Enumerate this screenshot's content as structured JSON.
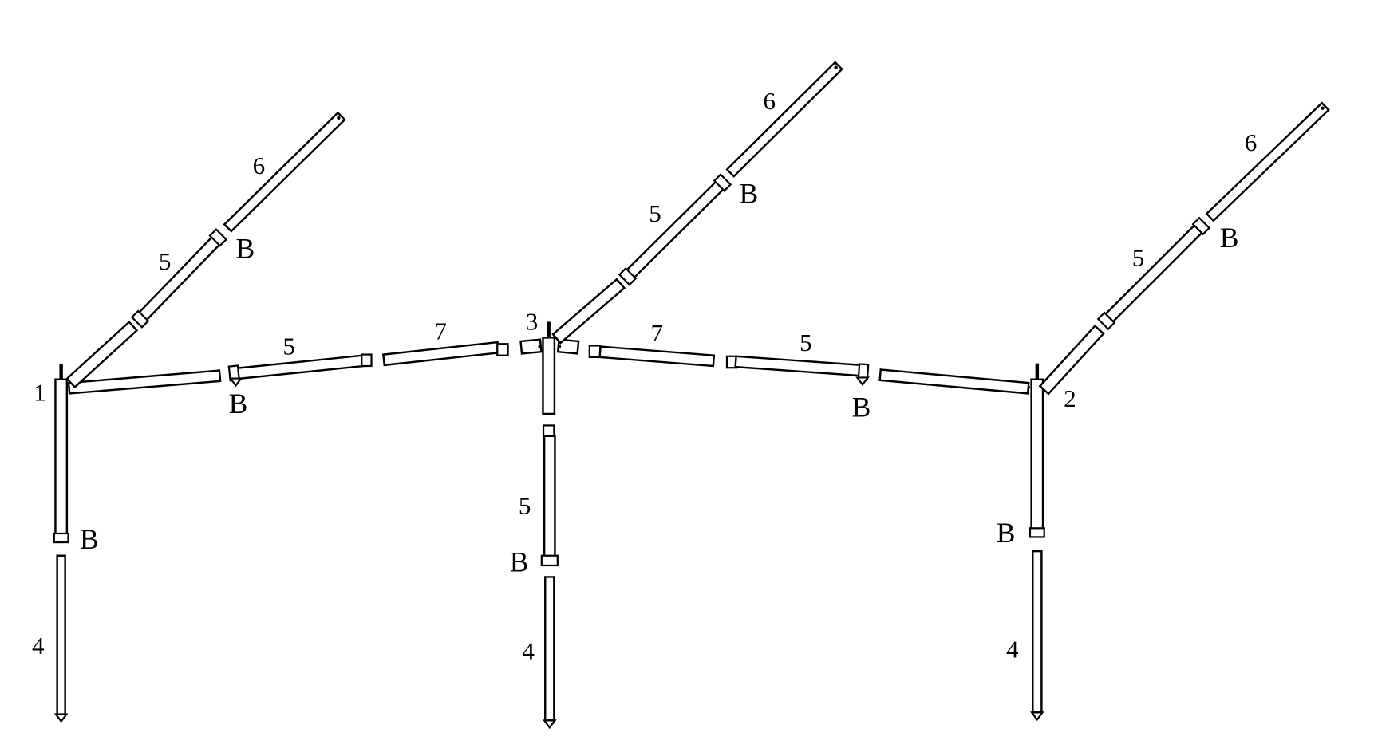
{
  "diagram": {
    "type": "awning frame assembly",
    "colors": {
      "line": "#000000",
      "background": "#ffffff"
    },
    "post_labels": {
      "left": "1",
      "right": "2",
      "center": "3"
    },
    "part_labels": {
      "leg": "4",
      "extension": "5",
      "rafter_end": "6",
      "ridge": "7",
      "clamp": "B"
    }
  }
}
